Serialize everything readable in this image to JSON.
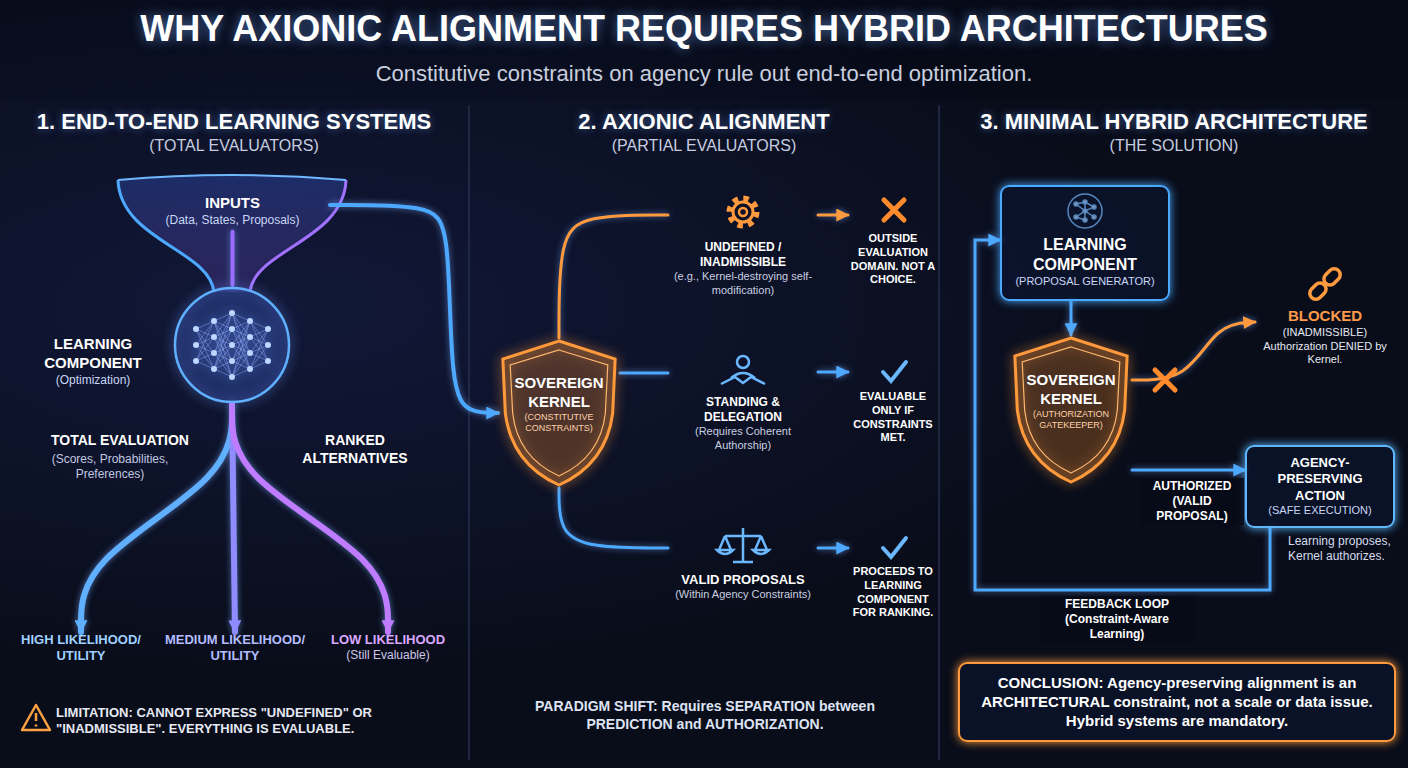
{
  "diagram": {
    "title": "WHY AXIONIC ALIGNMENT REQUIRES HYBRID ARCHITECTURES",
    "nodes": [
      {
        "text": [
          "1. END-TO-END LEARNING SYSTEMS",
          "(TOTAL EVALUATORS)"
        ]
      },
      {
        "text": [
          "INPUTS",
          "(Data, States, Proposals)"
        ],
        "in": 0
      },
      {
        "text": [
          "LEARNING COMPONENT",
          "(Optimization)"
        ],
        "in": 0
      },
      {
        "text": [
          "HIGH LIKELIHOOD/ UTILITY"
        ],
        "in": 0
      },
      {
        "text": [
          "MEDIUM LIKELIHOOD/ UTILITY"
        ],
        "in": 0
      },
      {
        "text": [
          "LOW LIKELIHOOD",
          "(Still Evaluable)"
        ],
        "in": 0
      },
      {
        "text": [
          "2. AXIONIC ALIGNMENT",
          "(PARTIAL EVALUATORS)"
        ]
      },
      {
        "text": [
          "SOVEREIGN KERNEL",
          "(CONSTITUTIVE CONSTRAINTS)"
        ],
        "in": 6
      },
      {
        "text": [
          "UNDEFINED / INADMISSIBLE",
          "(e.g., Kernel-destroying self-modification)"
        ],
        "in": 6
      },
      {
        "text": [
          "OUTSIDE EVALUATION DOMAIN. NOT A CHOICE."
        ],
        "in": 6
      },
      {
        "text": [
          "STANDING & DELEGATION",
          "(Requires Coherent Authorship)"
        ],
        "in": 6
      },
      {
        "text": [
          "EVALUABLE ONLY IF CONSTRAINTS MET."
        ],
        "in": 6
      },
      {
        "text": [
          "VALID PROPOSALS",
          "(Within Agency Constraints)"
        ],
        "in": 6
      },
      {
        "text": [
          "PROCEEDS TO LEARNING COMPONENT FOR RANKING."
        ],
        "in": 6
      },
      {
        "text": [
          "3. MINIMAL HYBRID ARCHITECTURE",
          "(THE SOLUTION)"
        ]
      },
      {
        "text": [
          "LEARNING COMPONENT",
          "(PROPOSAL GENERATOR)"
        ],
        "in": 14
      },
      {
        "text": [
          "SOVEREIGN KERNEL",
          "(AUTHORIZATION GATEKEEPER)"
        ],
        "in": 14
      },
      {
        "text": [
          "BLOCKED",
          "(INADMISSIBLE) Authorization DENIED by Kernel."
        ],
        "in": 14
      },
      {
        "text": [
          "AGENCY-PRESERVING ACTION",
          "(SAFE EXECUTION)"
        ],
        "in": 14
      },
      {
        "text": [
          "CONCLUSION: Agency-preserving alignment is an ARCHITECTURAL constraint, not a scale or data issue. Hybrid systems are mandatory."
        ],
        "in": 14
      }
    ],
    "edges": [
      {
        "from": 1,
        "to": 2,
        "arrow": "none"
      },
      {
        "from": 2,
        "to": 3,
        "arrow": "to"
      },
      {
        "from": 2,
        "to": 4,
        "arrow": "to"
      },
      {
        "from": 2,
        "to": 5,
        "arrow": "to"
      },
      {
        "from": 1,
        "to": 7,
        "arrow": "to"
      },
      {
        "from": 7,
        "to": 8,
        "arrow": "none"
      },
      {
        "from": 8,
        "to": 9,
        "arrow": "to"
      },
      {
        "from": 7,
        "to": 10,
        "arrow": "none"
      },
      {
        "from": 10,
        "to": 11,
        "arrow": "to"
      },
      {
        "from": 7,
        "to": 12,
        "arrow": "none"
      },
      {
        "from": 12,
        "to": 13,
        "arrow": "to"
      },
      {
        "from": 15,
        "to": 16,
        "arrow": "to"
      },
      {
        "from": 16,
        "to": 17,
        "arrow": "to"
      },
      {
        "from": 16,
        "to": 18,
        "label": "AUTHORIZED (VALID PROPOSAL)",
        "arrow": "to"
      },
      {
        "from": 18,
        "to": 15,
        "label": "FEEDBACK LOOP (Constraint-Aware Learning)",
        "arrow": "to"
      }
    ],
    "labels": [
      "Constitutive constraints on agency rule out end-to-end optimization.",
      "TOTAL EVALUATION",
      "(Scores, Probabilities, Preferences)",
      "RANKED ALTERNATIVES",
      "LIMITATION: CANNOT EXPRESS \"UNDEFINED\" OR \"INADMISSIBLE\". EVERYTHING IS EVALUABLE.",
      "PARADIGM SHIFT: Requires SEPARATION between PREDICTION and AUTHORIZATION.",
      "Learning proposes, Kernel authorizes."
    ]
  }
}
